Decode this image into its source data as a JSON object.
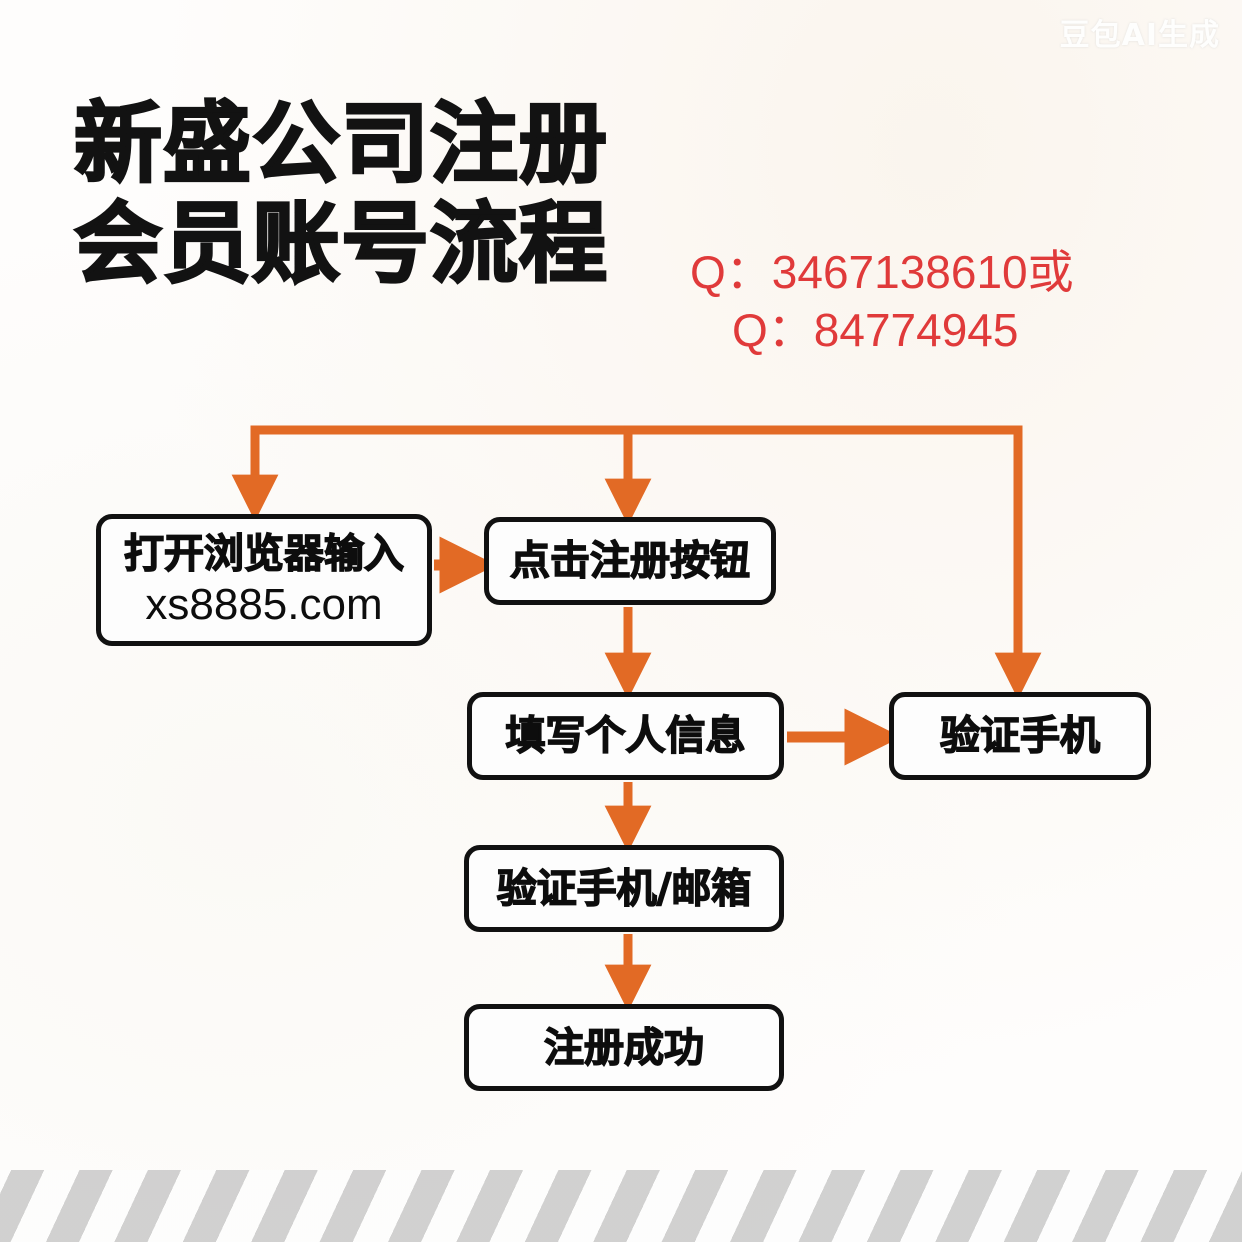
{
  "title": {
    "line1": "新盛公司注册",
    "line2": "会员账号流程"
  },
  "contact": {
    "line1": "Q：3467138610或",
    "line2": "Q：84774945",
    "color": "#e03a3a"
  },
  "flow": {
    "accent_color": "#e26a25",
    "box_border_color": "#111111",
    "nodes": [
      {
        "id": "browser",
        "label": "打开浏览器输入",
        "sublabel": "xs8885.com"
      },
      {
        "id": "register",
        "label": "点击注册按钮",
        "sublabel": ""
      },
      {
        "id": "info",
        "label": "填写个人信息",
        "sublabel": ""
      },
      {
        "id": "phone",
        "label": "验证手机",
        "sublabel": ""
      },
      {
        "id": "verify",
        "label": "验证手机/邮箱",
        "sublabel": ""
      },
      {
        "id": "success",
        "label": "注册成功",
        "sublabel": ""
      }
    ],
    "edges": [
      {
        "from": "bus",
        "to": "browser"
      },
      {
        "from": "bus",
        "to": "register"
      },
      {
        "from": "bus",
        "to": "phone"
      },
      {
        "from": "browser",
        "to": "register"
      },
      {
        "from": "register",
        "to": "info"
      },
      {
        "from": "info",
        "to": "phone"
      },
      {
        "from": "info",
        "to": "verify"
      },
      {
        "from": "verify",
        "to": "success"
      }
    ]
  },
  "watermark": {
    "text": "豆包AI生成"
  }
}
